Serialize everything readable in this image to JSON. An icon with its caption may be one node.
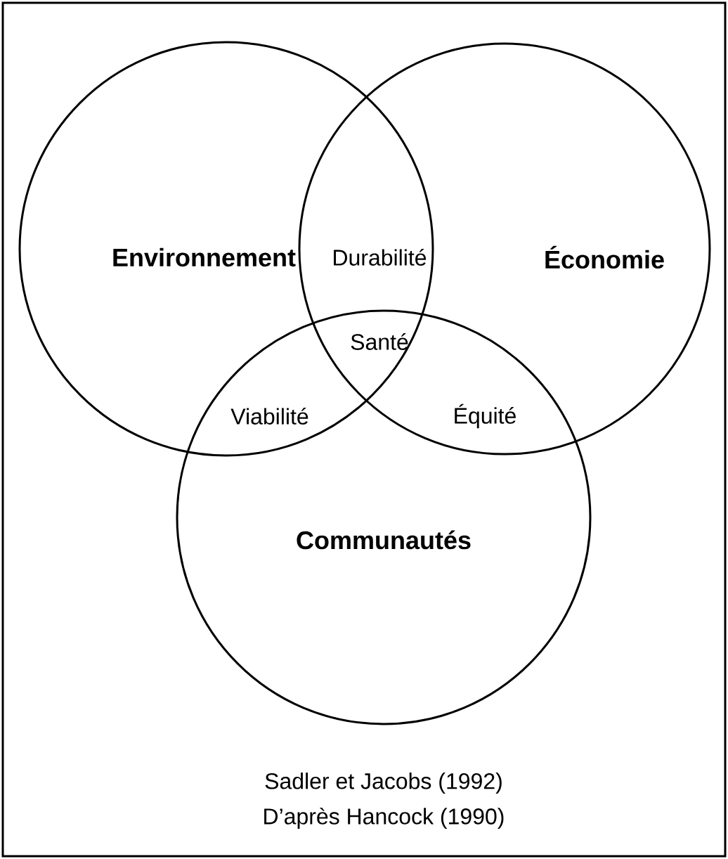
{
  "diagram": {
    "nodes": [
      {
        "text": [
          "Environnement"
        ]
      },
      {
        "text": [
          "Économie"
        ]
      },
      {
        "text": [
          "Communautés"
        ]
      }
    ],
    "labels": [
      "Durabilité",
      "Santé",
      "Viabilité",
      "Équité",
      "Sadler et Jacobs (1992)",
      "D’après Hancock (1990)"
    ]
  }
}
